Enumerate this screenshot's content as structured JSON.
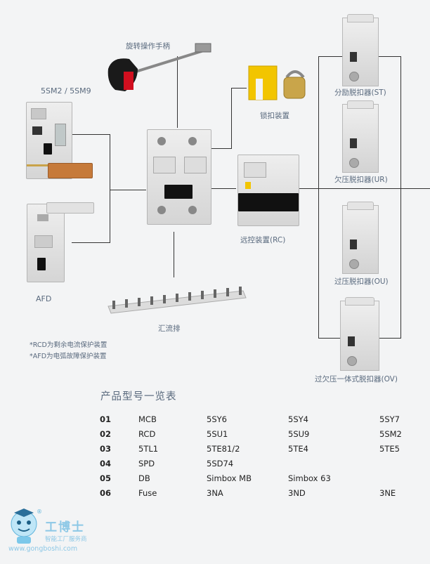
{
  "labels": {
    "handle": "旋转操作手柄",
    "series": "5SM2 / 5SM9",
    "lock": "锁扣装置",
    "remote": "远控装置(RC)",
    "busbar": "汇流排",
    "afd": "AFD",
    "st": "分励脱扣器(ST)",
    "ur": "欠压脱扣器(UR)",
    "ou": "过压脱扣器(OU)",
    "ov": "过欠压一体式脱扣器(OV)"
  },
  "notes": [
    "*RCD为剩余电流保护装置",
    "*AFD为电弧故障保护装置"
  ],
  "table": {
    "title": "产品型号一览表",
    "rows": [
      {
        "num": "01",
        "type": "MCB",
        "c1": "5SY6",
        "c2": "5SY4",
        "c3": "5SY7"
      },
      {
        "num": "02",
        "type": "RCD",
        "c1": "5SU1",
        "c2": "5SU9",
        "c3": "5SM2"
      },
      {
        "num": "03",
        "type": "5TL1",
        "c1": "5TE81/2",
        "c2": "5TE4",
        "c3": "5TE5"
      },
      {
        "num": "04",
        "type": "SPD",
        "c1": "5SD74",
        "c2": "",
        "c3": ""
      },
      {
        "num": "05",
        "type": "DB",
        "c1": "Simbox MB",
        "c2": "Simbox 63",
        "c3": ""
      },
      {
        "num": "06",
        "type": "Fuse",
        "c1": "3NA",
        "c2": "3ND",
        "c3": "3NE"
      }
    ]
  },
  "watermark": {
    "brand": "工博士",
    "tagline": "智能工厂服务商",
    "url": "www.gongboshi.com",
    "reg": "®"
  },
  "colors": {
    "label": "#5a6a7e",
    "lock_yellow": "#f2c500",
    "handle_red": "#d10f1f"
  }
}
